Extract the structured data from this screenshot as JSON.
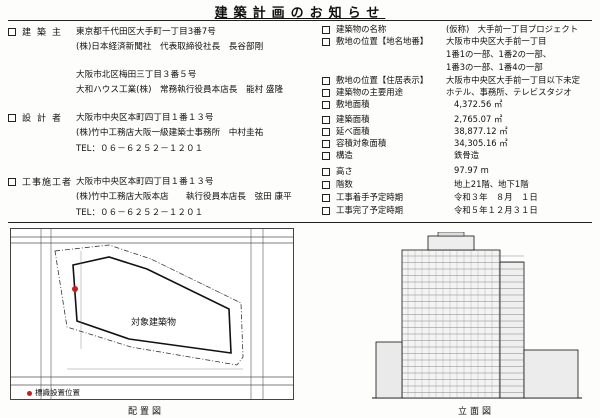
{
  "title": "建築計画のお知らせ",
  "left": {
    "owner": {
      "label": "建築主",
      "lines": [
        "東京都千代田区大手町一丁目3番7号",
        "(株)日本経済新聞社　代表取締役社長　長谷部剛",
        "大阪市北区梅田三丁目３番５号",
        "大和ハウス工業(株)　常務執行役員本店長　能村 盛隆"
      ]
    },
    "designer": {
      "label": "設計者",
      "lines": [
        "大阪市中央区本町四丁目１番１３号",
        "(株)竹中工務店大阪一級建築士事務所　中村圭祐",
        "TEL：０６－６２５２－１２０１"
      ]
    },
    "contractor": {
      "label": "工事施工者",
      "lines": [
        "大阪市中央区本町四丁目１番１３号",
        "(株)竹中工務店大阪本店　　執行役員本店長　弦田 康平",
        "TEL：０６－６２５２－１２０１"
      ]
    }
  },
  "right": {
    "rows": [
      {
        "label": "建築物の名称",
        "value": "(仮称)　大手前一丁目プロジェクト"
      },
      {
        "label": "敷地の位置【地名地番】",
        "value": "大阪市中央区大手前一丁目"
      },
      {
        "label": "",
        "value": "1番1の一部、1番2の一部、"
      },
      {
        "label": "",
        "value": "1番3の一部、1番4の一部"
      },
      {
        "label": "敷地の位置【住居表示】",
        "value": "大阪市中央区大手前一丁目以下未定"
      },
      {
        "label": "建築物の主要用途",
        "value": "ホテル、事務所、テレビスタジオ"
      },
      {
        "label": "敷地面積",
        "value": "4,372.56 ㎡"
      },
      {
        "label": "建築面積",
        "value": "2,765.07 ㎡"
      },
      {
        "label": "延べ面積",
        "value": "38,877.12 ㎡"
      },
      {
        "label": "容積対象面積",
        "value": "34,305.16 ㎡"
      },
      {
        "label": "構造",
        "value": "鉄骨造"
      },
      {
        "label": "高さ",
        "value": "97.97 m"
      },
      {
        "label": "階数",
        "value": "地上21階、地下1階"
      },
      {
        "label": "工事着手予定時期",
        "value": "令和３年　８月　１日"
      },
      {
        "label": "工事完了予定時期",
        "value": "令和５年１２月３１日"
      }
    ]
  },
  "plan": {
    "building_label": "対象建築物",
    "legend": "標識設置位置",
    "caption": "配置図"
  },
  "elevation": {
    "caption": "立面図"
  },
  "colors": {
    "marker": "#c81e1e"
  }
}
